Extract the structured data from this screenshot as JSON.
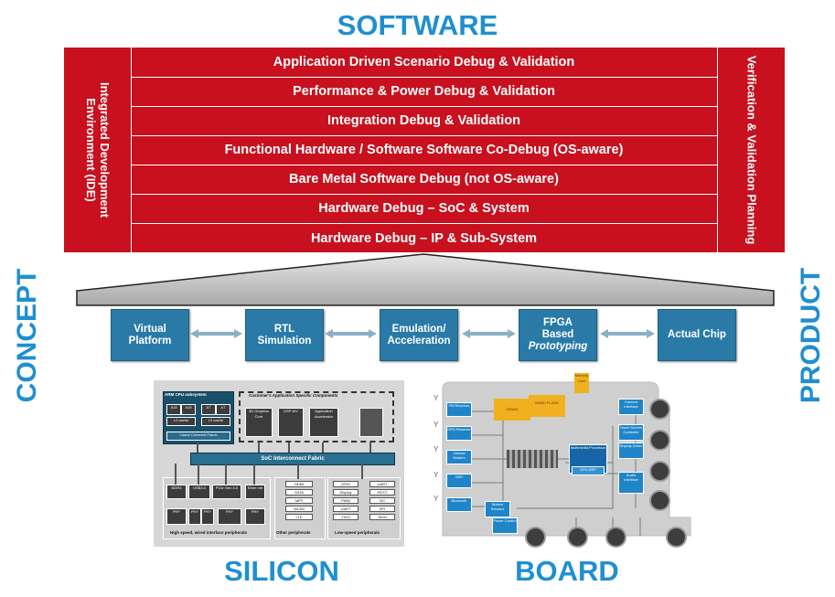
{
  "title": "SOFTWARE",
  "left_side": "Integrated Development Environment (IDE)",
  "right_side": "Verification & Validation Planning",
  "layers": [
    "Application Driven Scenario Debug & Validation",
    "Performance & Power Debug & Validation",
    "Integration Debug & Validation",
    "Functional Hardware / Software Software Co-Debug (OS-aware)",
    "Bare Metal Software Debug (not OS-aware)",
    "Hardware Debug – SoC & System",
    "Hardware Debug – IP & Sub-System"
  ],
  "concept": "CONCEPT",
  "product": "PRODUCT",
  "stages": {
    "virtual": "Virtual Platform",
    "rtl": "RTL Simulation",
    "emulation": "Emulation/ Acceleration",
    "fpga_line1": "FPGA",
    "fpga_line2": "Based",
    "fpga_line3": "Prototyping",
    "chip": "Actual Chip"
  },
  "silicon_label": "SILICON",
  "board_label": "BOARD",
  "silicon_diagram": {
    "arm_subsystem": "ARM CPU subsystem",
    "customer_components": "Customer's Application Specific Components",
    "a15a": "A15",
    "a15b": "A15",
    "a7a": "A7",
    "a7b": "A7",
    "l2a": "L2 cache",
    "l2b": "L2 cache",
    "coherent": "Cache Coherent Fabric",
    "gfx": "3D Graphics Core",
    "dsp": "DSP A/V",
    "accel": "Application Accelerator",
    "interconnect": "SoC Interconnect Fabric",
    "ddr": "DDR3",
    "usb": "USB3.0",
    "pcie": "PCIe Gen 3.0",
    "ether": "Ether net",
    "phy": "PHY",
    "phy2": "PHY",
    "phy3": "PHY",
    "phy4": "PHY",
    "phy5": "PHY",
    "other_items": [
      "HDMI",
      "SATA",
      "MIPI",
      "WLAN",
      "LTE"
    ],
    "low_items_a": [
      "GPIO",
      "Display",
      "PWM",
      "UART",
      "JTAG"
    ],
    "low_items_b": [
      "UART",
      "HDTC",
      "I2C",
      "SPI",
      "Timer"
    ],
    "highspeed": "High speed, wired interface peripherals",
    "other": "Other peripherals",
    "lowspeed": "Low-speed peripherals"
  },
  "board_diagram": {
    "memory_card": "Memory Card",
    "fm": "FM Receiver",
    "gps": "GPS Receiver",
    "cellular": "Cellular Modem",
    "wifi": "WiFi",
    "bluetooth": "Bluetooth",
    "dram": "DRAM",
    "nand": "NAND FLASH",
    "multimedia": "Multimedia Processor",
    "cortex1": "CPU DSP",
    "camera": "Camera Interface",
    "touch": "Touch Screen Controller",
    "display": "Display Driver",
    "audio": "Audio Interface",
    "motion": "Motion Sensors",
    "power": "Power Control"
  },
  "colors": {
    "red": "#c8101e",
    "blue_title": "#1f8fd0",
    "stage_blue": "#2a7aa8"
  }
}
